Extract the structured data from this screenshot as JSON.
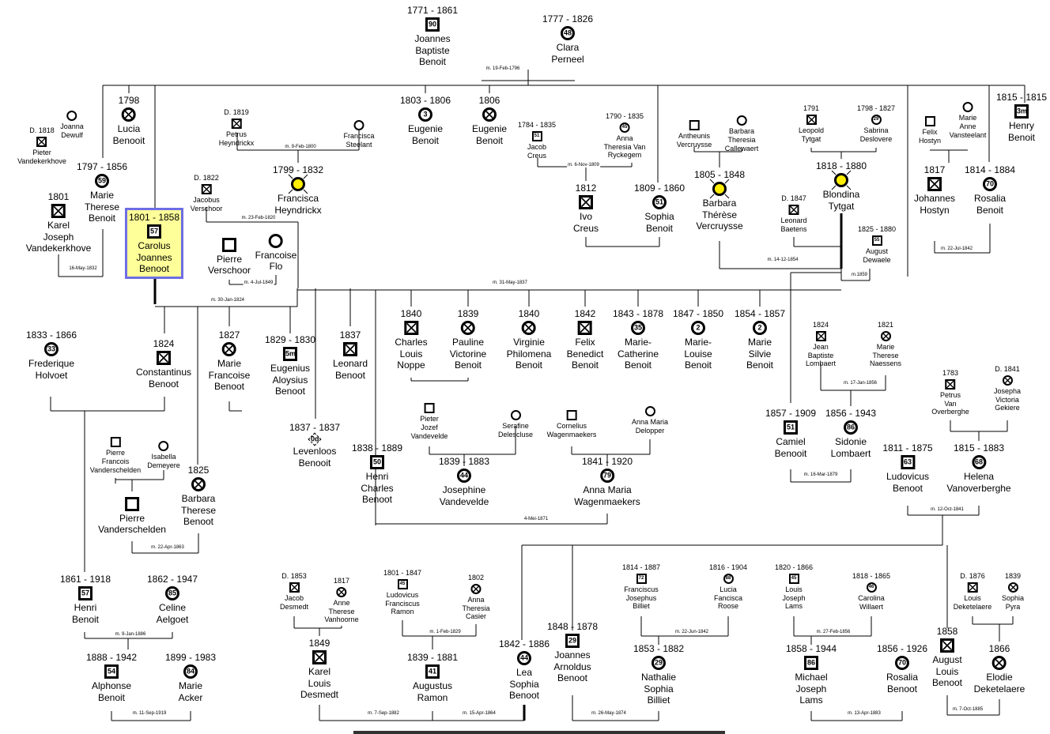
{
  "title": "Family tree",
  "people": [
    {
      "id": "joannes_bb",
      "dates": "1771 - 1861",
      "name": "Joannes\nBaptiste\nBenoit",
      "age": "90",
      "sex": "m"
    },
    {
      "id": "clara",
      "dates": "1777 - 1826",
      "name": "Clara\nPerneel",
      "age": "48",
      "sex": "f"
    },
    {
      "id": "lucia",
      "dates": "1798",
      "name": "Lucia\nBenooit",
      "age": "",
      "sex": "f",
      "cross": true
    },
    {
      "id": "eugenie1",
      "dates": "1803 - 1806",
      "name": "Eugenie\nBenoit",
      "age": "3",
      "sex": "f"
    },
    {
      "id": "eugenie2",
      "dates": "1806",
      "name": "Eugenie\nBenoit",
      "age": "",
      "sex": "f",
      "cross": true
    },
    {
      "id": "henry",
      "dates": "1815 - 1815",
      "name": "Henry\nBenoit",
      "age": "3m",
      "sex": "m"
    },
    {
      "id": "pieter_vdk",
      "dates": "D. 1818",
      "name": "Pieter\nVandekerkhove",
      "age": "",
      "sex": "m",
      "cross": true,
      "small": true
    },
    {
      "id": "joanna_d",
      "dates": "",
      "name": "Joanna\nDewulf",
      "age": "",
      "sex": "f",
      "small": true
    },
    {
      "id": "marie_th",
      "dates": "1797 - 1856",
      "name": "Marie\nTherese\nBenoit",
      "age": "59",
      "sex": "f"
    },
    {
      "id": "karel_jv",
      "dates": "1801",
      "name": "Karel\nJoseph\nVandekerkhove",
      "age": "",
      "sex": "m",
      "cross": true
    },
    {
      "id": "carolus",
      "dates": "1801 - 1858",
      "name": "Carolus\nJoannes\nBenoot",
      "age": "57",
      "sex": "m",
      "selected": true
    },
    {
      "id": "petrus_h",
      "dates": "D. 1819",
      "name": "Petrus\nHeyndrickx",
      "age": "",
      "sex": "m",
      "cross": true,
      "small": true
    },
    {
      "id": "francisca_s",
      "dates": "",
      "name": "Francisca\nSteelant",
      "age": "",
      "sex": "f",
      "small": true
    },
    {
      "id": "francisca_h",
      "dates": "1799 - 1832",
      "name": "Francisca\nHeyndrickx",
      "age": "",
      "sex": "f",
      "yellow": true
    },
    {
      "id": "jacobus_v",
      "dates": "D. 1822",
      "name": "Jacobus\nVerschoor",
      "age": "",
      "sex": "m",
      "cross": true,
      "small": true
    },
    {
      "id": "pierre_v",
      "dates": "",
      "name": "Pierre\nVerschoor",
      "age": "",
      "sex": "m"
    },
    {
      "id": "francoise_f",
      "dates": "",
      "name": "Francoise\nFlo",
      "age": "",
      "sex": "f"
    },
    {
      "id": "jacob_c",
      "dates": "1784 - 1835",
      "name": "Jacob\nCreus",
      "age": "51",
      "sex": "m",
      "small": true
    },
    {
      "id": "anna_tvr",
      "dates": "1790 - 1835",
      "name": "Anna\nTheresia Van\nRyckegem",
      "age": "45",
      "sex": "f",
      "small": true
    },
    {
      "id": "ivo",
      "dates": "1812",
      "name": "Ivo\nCreus",
      "age": "",
      "sex": "m",
      "cross": true
    },
    {
      "id": "sophia_b",
      "dates": "1809 - 1860",
      "name": "Sophia\nBenoit",
      "age": "51",
      "sex": "f"
    },
    {
      "id": "antheunis",
      "dates": "",
      "name": "Antheunis\nVercruysse",
      "age": "",
      "sex": "m",
      "small": true
    },
    {
      "id": "barbara_tc",
      "dates": "",
      "name": "Barbara\nTheresia\nCallewaert",
      "age": "",
      "sex": "f",
      "small": true
    },
    {
      "id": "barbara_tv",
      "dates": "1805 - 1848",
      "name": "Barbara\nThérèse\nVercruysse",
      "age": "",
      "sex": "f",
      "yellow": true
    },
    {
      "id": "leopold",
      "dates": "1791",
      "name": "Leopold\nTytgat",
      "age": "",
      "sex": "m",
      "cross": true,
      "small": true
    },
    {
      "id": "sabrina",
      "dates": "1798 - 1827",
      "name": "Sabrina\nDeslovere",
      "age": "29",
      "sex": "f",
      "small": true
    },
    {
      "id": "blondina",
      "dates": "1818 - 1880",
      "name": "Blondina\nTytgat",
      "age": "",
      "sex": "f",
      "yellow": true
    },
    {
      "id": "leonard_b",
      "dates": "D. 1847",
      "name": "Leonard\nBaetens",
      "age": "",
      "sex": "m",
      "cross": true,
      "small": true
    },
    {
      "id": "august_d",
      "dates": "1825 - 1880",
      "name": "August\nDewaele",
      "age": "55",
      "sex": "m",
      "small": true
    },
    {
      "id": "felix_h",
      "dates": "",
      "name": "Felix\nHostyn",
      "age": "",
      "sex": "m",
      "small": true
    },
    {
      "id": "marie_av",
      "dates": "",
      "name": "Marie\nAnne\nVansteelant",
      "age": "",
      "sex": "f",
      "small": true
    },
    {
      "id": "johannes_h",
      "dates": "1817",
      "name": "Johannes\nHostyn",
      "age": "",
      "sex": "m",
      "cross": true
    },
    {
      "id": "rosalia1",
      "dates": "1814 - 1884",
      "name": "Rosalia\nBenoit",
      "age": "70",
      "sex": "f"
    },
    {
      "id": "frederique",
      "dates": "1833 - 1866",
      "name": "Frederique\nHolvoet",
      "age": "33",
      "sex": "f"
    },
    {
      "id": "constantinus",
      "dates": "1824",
      "name": "Constantinus\nBenoot",
      "age": "",
      "sex": "m",
      "cross": true
    },
    {
      "id": "marie_fr",
      "dates": "1827",
      "name": "Marie\nFrancoise\nBenoot",
      "age": "",
      "sex": "f",
      "cross": true
    },
    {
      "id": "eugenius",
      "dates": "1829 - 1830",
      "name": "Eugenius\nAloysius\nBenoot",
      "age": "5m",
      "sex": "m"
    },
    {
      "id": "leonard_bn",
      "dates": "1837",
      "name": "Leonard\nBenoot",
      "age": "",
      "sex": "m",
      "cross": true
    },
    {
      "id": "levenloos",
      "dates": "1837 - 1837",
      "name": "Levenloos\nBenooit",
      "age": "0d",
      "sex": "u"
    },
    {
      "id": "charles_ln",
      "dates": "1840",
      "name": "Charles\nLouis\nNoppe",
      "age": "",
      "sex": "m",
      "cross": true
    },
    {
      "id": "pauline",
      "dates": "1839",
      "name": "Pauline\nVictorine\nBenoit",
      "age": "",
      "sex": "f",
      "cross": true
    },
    {
      "id": "virginie",
      "dates": "1840",
      "name": "Virginie\nPhilomena\nBenoit",
      "age": "",
      "sex": "f",
      "cross": true
    },
    {
      "id": "felix_b",
      "dates": "1842",
      "name": "Felix\nBenedict\nBenoit",
      "age": "",
      "sex": "m",
      "cross": true
    },
    {
      "id": "marie_cath",
      "dates": "1843 - 1878",
      "name": "Marie-\nCatherine\nBenoit",
      "age": "35",
      "sex": "f"
    },
    {
      "id": "marie_lou",
      "dates": "1847 - 1850",
      "name": "Marie-\nLouise\nBenoit",
      "age": "2",
      "sex": "f"
    },
    {
      "id": "marie_sil",
      "dates": "1854 - 1857",
      "name": "Marie\nSilvie\nBenoit",
      "age": "2",
      "sex": "f"
    },
    {
      "id": "jean_bl",
      "dates": "1824",
      "name": "Jean\nBaptiste\nLombaert",
      "age": "",
      "sex": "m",
      "cross": true,
      "small": true
    },
    {
      "id": "marie_tn",
      "dates": "1821",
      "name": "Marie\nTherese\nNaessens",
      "age": "",
      "sex": "f",
      "cross": true,
      "small": true
    },
    {
      "id": "camiel",
      "dates": "1857 - 1909",
      "name": "Camiel\nBenooit",
      "age": "51",
      "sex": "m"
    },
    {
      "id": "sidonie",
      "dates": "1856 - 1943",
      "name": "Sidonie\nLombaert",
      "age": "86",
      "sex": "f"
    },
    {
      "id": "petrus_vo",
      "dates": "1783",
      "name": "Petrus\nVan\nOverberghe",
      "age": "",
      "sex": "m",
      "cross": true,
      "small": true
    },
    {
      "id": "josepha_vg",
      "dates": "D. 1841",
      "name": "Josepha\nVictoria\nGekiere",
      "age": "",
      "sex": "f",
      "cross": true,
      "small": true
    },
    {
      "id": "ludovicus_b",
      "dates": "1811 - 1875",
      "name": "Ludovicus\nBenoot",
      "age": "63",
      "sex": "m"
    },
    {
      "id": "helena",
      "dates": "1815 - 1883",
      "name": "Helena\nVanoverberghe",
      "age": "68",
      "sex": "f"
    },
    {
      "id": "pierre_fv",
      "dates": "",
      "name": "Pierre\nFrancois\nVanderschelden",
      "age": "",
      "sex": "m",
      "small": true
    },
    {
      "id": "isabella",
      "dates": "",
      "name": "Isabella\nDemeyere",
      "age": "",
      "sex": "f",
      "small": true
    },
    {
      "id": "pierre_vd",
      "dates": "",
      "name": "Pierre\nVanderschelden",
      "age": "",
      "sex": "m"
    },
    {
      "id": "barbara_tb",
      "dates": "1825",
      "name": "Barbara\nTherese\nBenoot",
      "age": "",
      "sex": "f",
      "cross": true
    },
    {
      "id": "pieter_jv",
      "dates": "",
      "name": "Pieter\nJozef\nVandevelde",
      "age": "",
      "sex": "m",
      "small": true
    },
    {
      "id": "serafine",
      "dates": "",
      "name": "Serafine\nDelescluse",
      "age": "",
      "sex": "f",
      "small": true
    },
    {
      "id": "cornelius",
      "dates": "",
      "name": "Cornelius\nWagenmaekers",
      "age": "",
      "sex": "m",
      "small": true
    },
    {
      "id": "anna_md",
      "dates": "",
      "name": "Anna Maria\nDelopper",
      "age": "",
      "sex": "f",
      "small": true
    },
    {
      "id": "henri_cb",
      "dates": "1838 - 1889",
      "name": "Henri\nCharles\nBenoot",
      "age": "50",
      "sex": "m"
    },
    {
      "id": "josephine",
      "dates": "1839 - 1883",
      "name": "Josephine\nVandevelde",
      "age": "44",
      "sex": "f"
    },
    {
      "id": "anna_mw",
      "dates": "1841 - 1920",
      "name": "Anna Maria\nWagenmaekers",
      "age": "79",
      "sex": "f"
    },
    {
      "id": "henri_b",
      "dates": "1861 - 1918",
      "name": "Henri\nBenoit",
      "age": "57",
      "sex": "m"
    },
    {
      "id": "celine",
      "dates": "1862 - 1947",
      "name": "Celine\nAelgoet",
      "age": "85",
      "sex": "f"
    },
    {
      "id": "alphonse",
      "dates": "1888 - 1942",
      "name": "Alphonse\nBenoit",
      "age": "54",
      "sex": "m"
    },
    {
      "id": "marie_ack",
      "dates": "1899 - 1983",
      "name": "Marie\nAcker",
      "age": "84",
      "sex": "f"
    },
    {
      "id": "jacob_d",
      "dates": "D. 1853",
      "name": "Jacob\nDesmedt",
      "age": "",
      "sex": "m",
      "cross": true,
      "small": true
    },
    {
      "id": "anne_tv",
      "dates": "1817",
      "name": "Anne\nTherese\nVanhoorne",
      "age": "",
      "sex": "f",
      "cross": true,
      "small": true
    },
    {
      "id": "karel_ld",
      "dates": "1849",
      "name": "Karel\nLouis\nDesmedt",
      "age": "",
      "sex": "m",
      "cross": true
    },
    {
      "id": "ludovicus_fr",
      "dates": "1801 - 1847",
      "name": "Ludovicus\nFranciscus\nRamon",
      "age": "45",
      "sex": "m",
      "small": true
    },
    {
      "id": "anna_tc",
      "dates": "1802",
      "name": "Anna\nTheresia\nCasier",
      "age": "",
      "sex": "f",
      "cross": true,
      "small": true
    },
    {
      "id": "augustus_r",
      "dates": "1839 - 1881",
      "name": "Augustus\nRamon",
      "age": "41",
      "sex": "m"
    },
    {
      "id": "lea",
      "dates": "1842 - 1886",
      "name": "Lea\nSophia\nBenoot",
      "age": "44",
      "sex": "f"
    },
    {
      "id": "joannes_ab",
      "dates": "1848 - 1878",
      "name": "Joannes\nArnoldus\nBenoot",
      "age": "29",
      "sex": "m"
    },
    {
      "id": "franciscus_jb",
      "dates": "1814 - 1887",
      "name": "Franciscus\nJosephus\nBilliet",
      "age": "72",
      "sex": "m",
      "small": true
    },
    {
      "id": "lucia_fr",
      "dates": "1816 - 1904",
      "name": "Lucia\nFancisca\nRoose",
      "age": "88",
      "sex": "f",
      "small": true
    },
    {
      "id": "nathalie",
      "dates": "1853 - 1882",
      "name": "Nathalie\nSophia\nBilliet",
      "age": "29",
      "sex": "f"
    },
    {
      "id": "louis_jl",
      "dates": "1820 - 1866",
      "name": "Louis\nJoseph\nLams",
      "age": "45",
      "sex": "m",
      "small": true
    },
    {
      "id": "carolina",
      "dates": "1818 - 1865",
      "name": "Carolina\nWillaert",
      "age": "46",
      "sex": "f",
      "small": true
    },
    {
      "id": "michael",
      "dates": "1858 - 1944",
      "name": "Michael\nJoseph\nLams",
      "age": "86",
      "sex": "m"
    },
    {
      "id": "rosalia2",
      "dates": "1856 - 1926",
      "name": "Rosalia\nBenoot",
      "age": "70",
      "sex": "f"
    },
    {
      "id": "louis_d",
      "dates": "D. 1876",
      "name": "Louis\nDeketelaere",
      "age": "",
      "sex": "m",
      "cross": true,
      "small": true
    },
    {
      "id": "sophia_p",
      "dates": "1839",
      "name": "Sophia\nPyra",
      "age": "",
      "sex": "f",
      "cross": true,
      "small": true
    },
    {
      "id": "august_lb",
      "dates": "1858",
      "name": "August\nLouis\nBenoot",
      "age": "",
      "sex": "m",
      "cross": true
    },
    {
      "id": "elodie",
      "dates": "1866",
      "name": "Elodie\nDeketelaere",
      "age": "",
      "sex": "f",
      "cross": true
    }
  ],
  "marriages": [
    {
      "id": "m1",
      "label": "m. 19-Feb-1796"
    },
    {
      "id": "m2",
      "label": "16-May-1832"
    },
    {
      "id": "m3",
      "label": "m. 9-Feb-1800"
    },
    {
      "id": "m4",
      "label": "m. 23-Feb-1820"
    },
    {
      "id": "m5",
      "label": "m. 4-Jul-1849"
    },
    {
      "id": "m6",
      "label": "m. 30-Jan-1824"
    },
    {
      "id": "m7",
      "label": "m. 31-May-1837"
    },
    {
      "id": "m8",
      "label": "m. 6-Nov-1809"
    },
    {
      "id": "m9",
      "label": "m. 14-12-1854"
    },
    {
      "id": "m10",
      "label": "m.1859"
    },
    {
      "id": "m11",
      "label": "m. 22-Jul-1842"
    },
    {
      "id": "m12",
      "label": "m. 17-Jan-1856"
    },
    {
      "id": "m13",
      "label": "m. 16-Mar-1879"
    },
    {
      "id": "m14",
      "label": "m. 12-Oct-1841"
    },
    {
      "id": "m15",
      "label": "m. 22-Apr-1863"
    },
    {
      "id": "m16",
      "label": "4-Mei-1871"
    },
    {
      "id": "m17",
      "label": "m. 9-Jan-1886"
    },
    {
      "id": "m18",
      "label": "m. 11-Sep-1919"
    },
    {
      "id": "m19",
      "label": "m. 1-Feb-1829"
    },
    {
      "id": "m20",
      "label": "m. 7-Sep-1882"
    },
    {
      "id": "m21",
      "label": "m. 15-Apr-1864"
    },
    {
      "id": "m22",
      "label": "m. 26-May-1874"
    },
    {
      "id": "m23",
      "label": "m. 22-Jun-1842"
    },
    {
      "id": "m24",
      "label": "m. 27-Feb-1856"
    },
    {
      "id": "m25",
      "label": "m. 13-Apr-1883"
    },
    {
      "id": "m26",
      "label": "m. 7-Oct-1885"
    }
  ]
}
